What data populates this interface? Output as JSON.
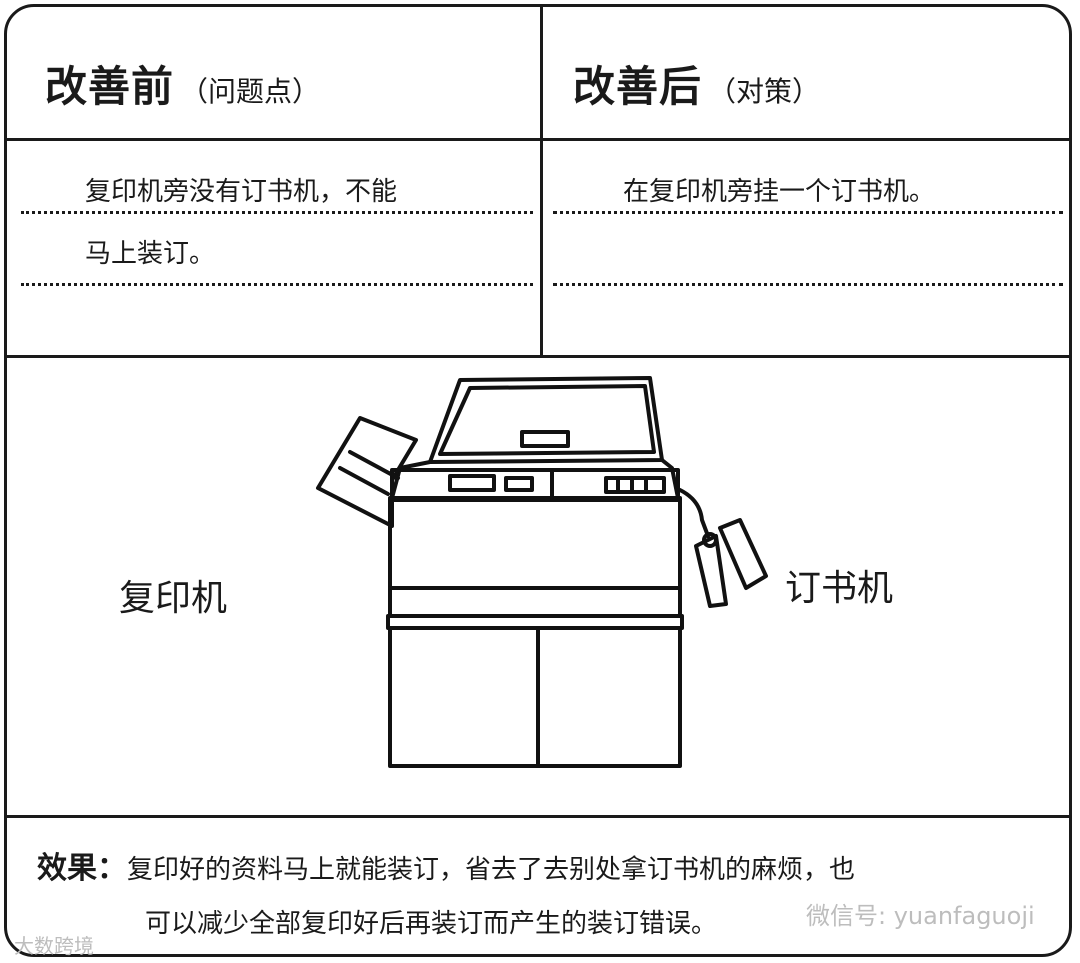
{
  "header": {
    "before_title": "改善前",
    "before_sub": "（问题点）",
    "after_title": "改善后",
    "after_sub": "（对策）"
  },
  "before_text": {
    "line1": "复印机旁没有订书机，不能",
    "line2": "马上装订。"
  },
  "after_text": {
    "line1": "在复印机旁挂一个订书机。"
  },
  "diagram": {
    "copier_label": "复印机",
    "stapler_label": "订书机"
  },
  "effect": {
    "label": "效果：",
    "line1": "复印好的资料马上就能装订，省去了去别处拿订书机的麻烦，也",
    "line2": "可以减少全部复印好后再装订而产生的装订错误。"
  },
  "watermarks": {
    "left": "大数跨境",
    "right": "微信号: yuanfaguoji"
  }
}
